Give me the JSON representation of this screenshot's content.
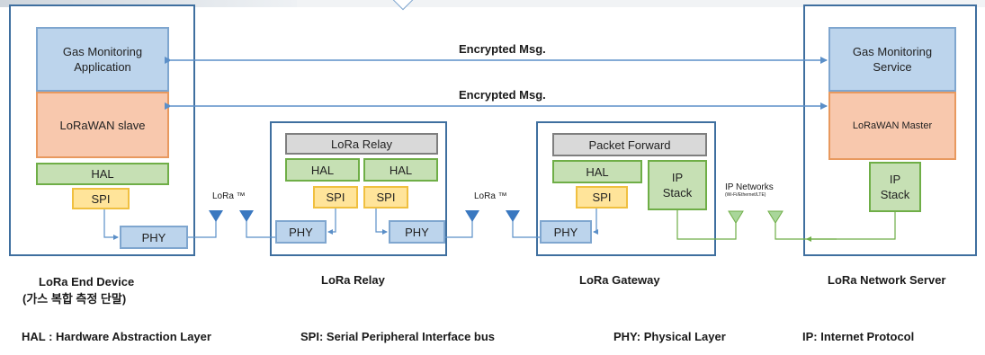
{
  "messages": {
    "top": "Encrypted Msg.",
    "bottom": "Encrypted Msg."
  },
  "end_device": {
    "app": "Gas Monitoring\nApplication",
    "lorawan": "LoRaWAN slave",
    "hal": "HAL",
    "spi": "SPI",
    "phy": "PHY",
    "title_line1": "LoRa End Device",
    "title_line2": "(가스 복합 측정 단말)"
  },
  "relay": {
    "header": "LoRa Relay",
    "hal_left": "HAL",
    "hal_right": "HAL",
    "spi_left": "SPI",
    "spi_right": "SPI",
    "phy_left": "PHY",
    "phy_right": "PHY",
    "title": "LoRa Relay"
  },
  "gateway": {
    "header": "Packet Forward",
    "hal": "HAL",
    "spi": "SPI",
    "phy": "PHY",
    "ip_stack": "IP\nStack",
    "title": "LoRa Gateway"
  },
  "server": {
    "service": "Gas Monitoring\nService",
    "lorawan": "LoRaWAN Master",
    "ip_stack": "IP\nStack",
    "title": "LoRa Network Server"
  },
  "links": {
    "lora_1": "LoRa ™",
    "lora_2": "LoRa ™",
    "ip_networks": "IP Networks",
    "ip_networks_sub": "(Wi-Fi/Ethernet/LTE)"
  },
  "legend": {
    "hal": "HAL : Hardware Abstraction Layer",
    "spi": "SPI: Serial Peripheral  Interface bus",
    "phy": "PHY: Physical Layer",
    "ip": "IP: Internet Protocol"
  },
  "colors": {
    "container_border": "#3f6f9f",
    "arrow": "#5b8fc8",
    "antenna_blue": "#3a78c0",
    "antenna_green": "#8cc47a",
    "link_green": "#6fae47"
  }
}
